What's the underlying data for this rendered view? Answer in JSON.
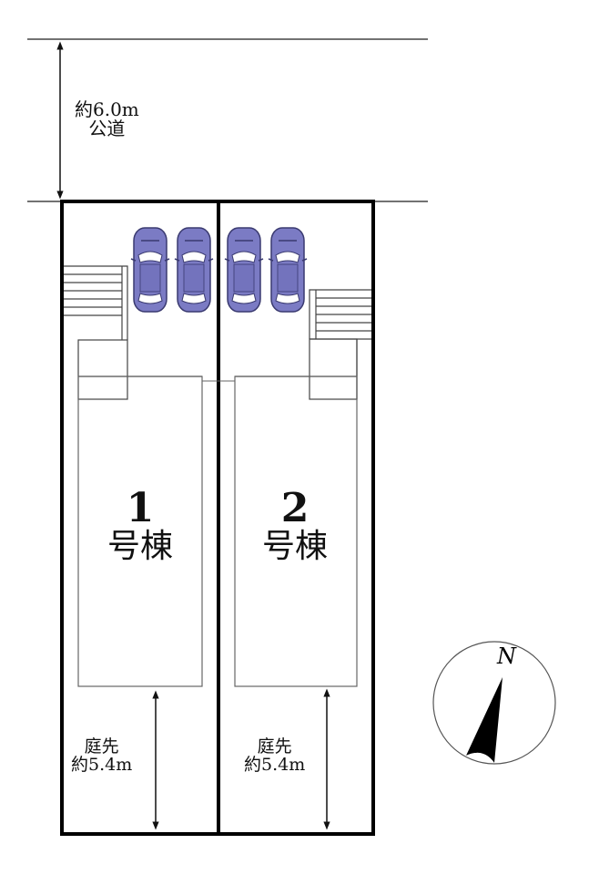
{
  "road": {
    "width_label": "約6.0m",
    "type_label": "公道"
  },
  "lots": [
    {
      "number": "1",
      "building_label": "号棟",
      "yard_title": "庭先",
      "yard_depth": "約5.4m",
      "parking_spaces": 2
    },
    {
      "number": "2",
      "building_label": "号棟",
      "yard_title": "庭先",
      "yard_depth": "約5.4m",
      "parking_spaces": 2
    }
  ],
  "compass": {
    "label": "N"
  },
  "colors": {
    "car_fill": "#7b7bc4",
    "car_outline": "#3a3a70",
    "boundary": "#000000",
    "line": "#555555"
  }
}
